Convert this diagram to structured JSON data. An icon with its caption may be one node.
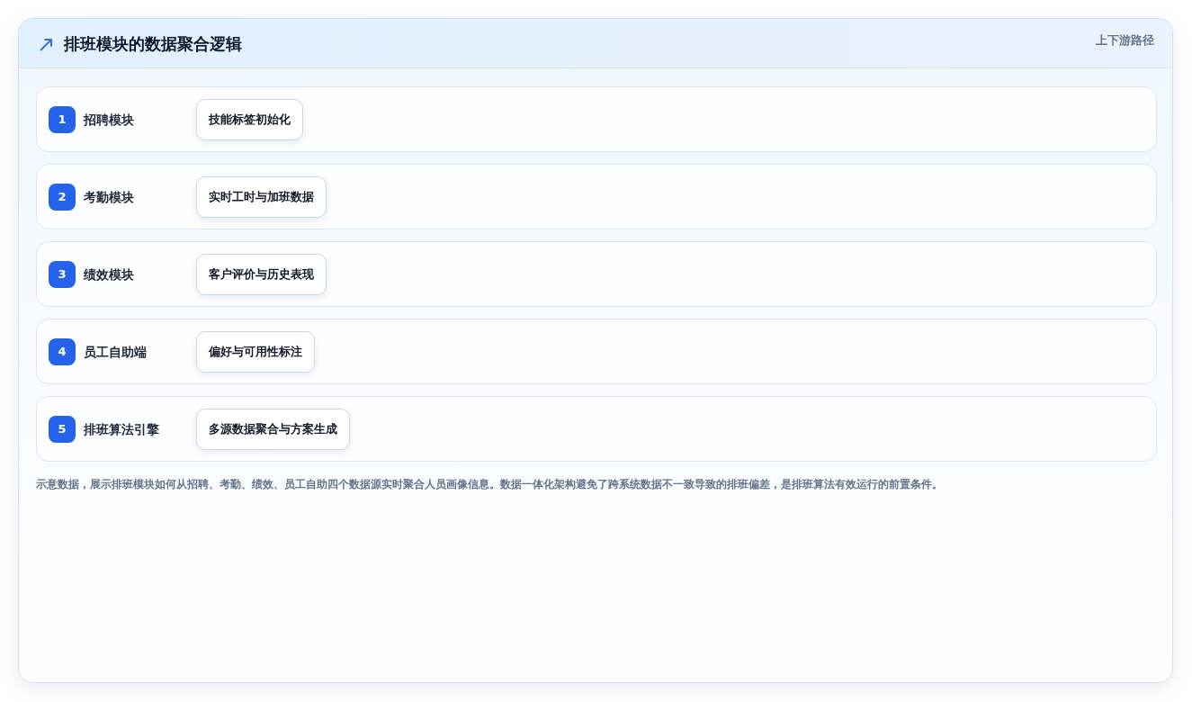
{
  "diagram": {
    "title": "排班模块的数据聚合逻辑",
    "caption": "示意数据，展示排班模块如何从招聘、考勤、绩效、员工自助四个数据源实时聚合人员画像信息。数据一体化架构避免了跨系统数据不一致导致的排班偏差，是排班算法有效运行的前置条件。",
    "nodes": [
      {
        "text": [
          "招聘模块"
        ]
      },
      {
        "text": [
          "1"
        ],
        "in": 0
      },
      {
        "text": [
          "技能标签初始化"
        ],
        "in": 0
      },
      {
        "text": [
          "考勤模块"
        ]
      },
      {
        "text": [
          "2"
        ],
        "in": 3
      },
      {
        "text": [
          "实时工时与加班数据"
        ],
        "in": 3
      },
      {
        "text": [
          "绩效模块"
        ]
      },
      {
        "text": [
          "3"
        ],
        "in": 6
      },
      {
        "text": [
          "客户评价与历史表现"
        ],
        "in": 6
      },
      {
        "text": [
          "员工自助端"
        ]
      },
      {
        "text": [
          "4"
        ],
        "in": 9
      },
      {
        "text": [
          "偏好与可用性标注"
        ],
        "in": 9
      },
      {
        "text": [
          "排班算法引擎"
        ]
      },
      {
        "text": [
          "5"
        ],
        "in": 12
      },
      {
        "text": [
          "多源数据聚合与方案生成"
        ],
        "in": 12
      }
    ],
    "labels": [
      "上下游路径"
    ]
  }
}
